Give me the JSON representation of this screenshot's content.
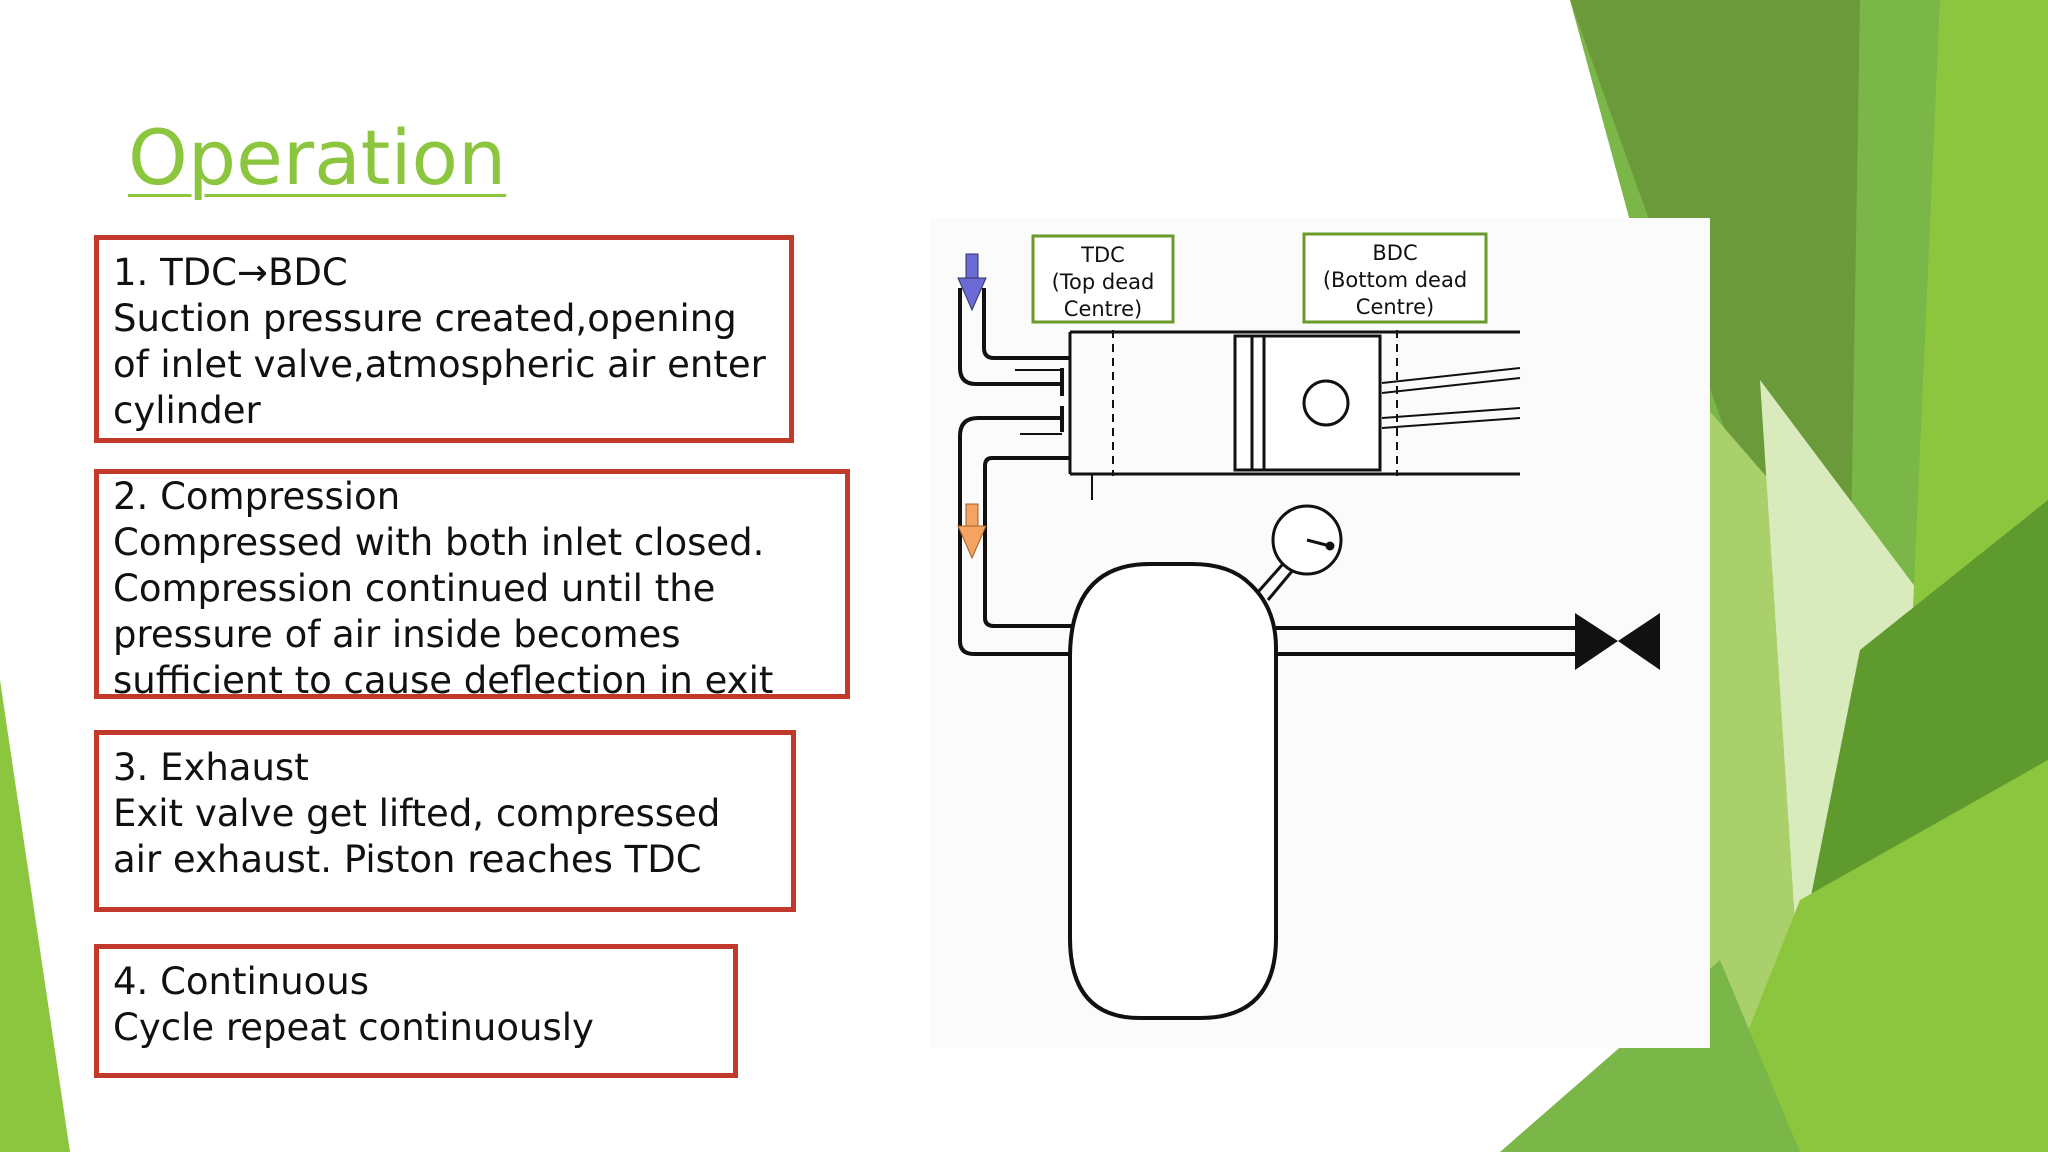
{
  "slide": {
    "title": "Operation",
    "title_color": "#8cc63f",
    "steps": [
      {
        "heading": "1. TDC→BDC",
        "body": "Suction pressure created,opening of inlet valve,atmospheric air enter cylinder"
      },
      {
        "heading": "2. Compression",
        "body": "Compressed with both inlet closed. Compression continued until the pressure of air inside becomes sufficient to cause deflection in exit valve"
      },
      {
        "heading": "3. Exhaust",
        "body": "Exit valve get lifted, compressed air exhaust. Piston reaches TDC"
      },
      {
        "heading": "4. Continuous",
        "body": "Cycle repeat continuously"
      }
    ],
    "box_border_color": "#c0392b"
  },
  "diagram": {
    "tdc_label": [
      "TDC",
      "(Top dead",
      "Centre)"
    ],
    "bdc_label": [
      "BDC",
      "(Bottom dead",
      "Centre)"
    ],
    "label_border_color": "#6a9a2a",
    "inlet_arrow_color": "#6b6bd6",
    "outlet_arrow_color": "#f4a460",
    "icons": [
      "inlet-arrow-icon",
      "outlet-arrow-icon",
      "pressure-gauge-icon",
      "exit-valve-icon"
    ]
  },
  "theme": {
    "green_light": "#c5e09a",
    "green_mid": "#8cc63f",
    "green_dark": "#5a8f2a"
  }
}
